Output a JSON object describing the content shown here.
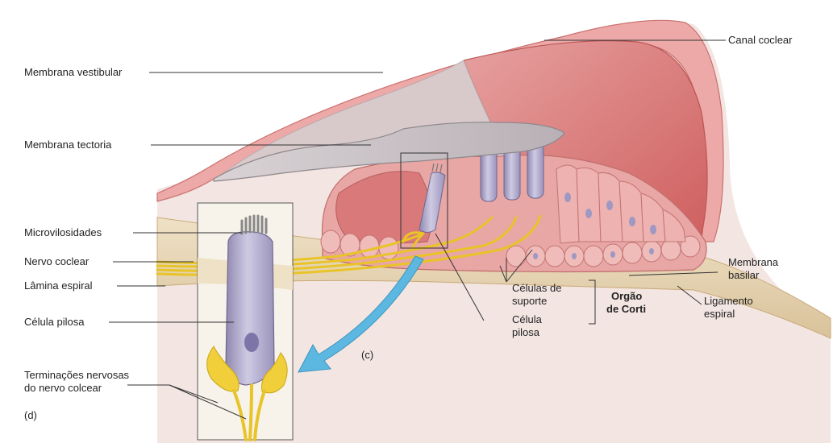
{
  "labels": {
    "canal_coclear": "Canal coclear",
    "membrana_vestibular": "Membrana vestibular",
    "membrana_tectoria": "Membrana tectoria",
    "microvilosidades": "Microvilosidades",
    "nervo_coclear": "Nervo coclear",
    "lamina_espiral": "Lâmina espiral",
    "celula_pilosa_left": "Célula pilosa",
    "terminacoes_l1": "Terminações nervosas",
    "terminacoes_l2": "do nervo colcear",
    "membrana_basilar_l1": "Membrana",
    "membrana_basilar_l2": "basilar",
    "ligamento_l1": "Ligamento",
    "ligamento_l2": "espiral",
    "celulas_suporte_l1": "Células de",
    "celulas_suporte_l2": "suporte",
    "celula_pilosa_l1": "Célula",
    "celula_pilosa_l2": "pilosa",
    "orgao_l1": "Orgão",
    "orgao_l2": "de Corti",
    "panel_c": "(c)",
    "panel_d": "(d)"
  },
  "colors": {
    "tissue_pink": "#e9a3a1",
    "canal_red": "#d9706e",
    "tectorial_gray": "#c9c3c6",
    "bone_tan": "#e9d7b8",
    "nerve_yellow": "#f2d23a",
    "cell_lilac": "#b9b3d2",
    "arrow_blue": "#5cb8e0"
  }
}
